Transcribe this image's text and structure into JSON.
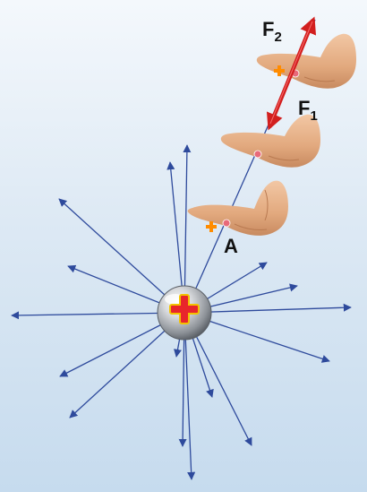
{
  "labels": {
    "f2_main": "F",
    "f2_sub": "2",
    "f1_main": "F",
    "f1_sub": "1",
    "point": "A"
  },
  "colors": {
    "background_top": "#eef5fb",
    "background_bottom": "#c9dff0",
    "field_line": "#2e4a9c",
    "force_arrow": "#d21f1f",
    "plus_sign_center": "#e8262b",
    "plus_sign_outline": "#f2c200",
    "test_charge_plus": "#ff8c00",
    "hand_skin": "#e8b48e",
    "hand_shadow": "#c8895f"
  },
  "icons": {
    "central_charge": "positive-charge-sphere-icon",
    "test_charge": "plus-icon",
    "hand": "hand-icon"
  }
}
